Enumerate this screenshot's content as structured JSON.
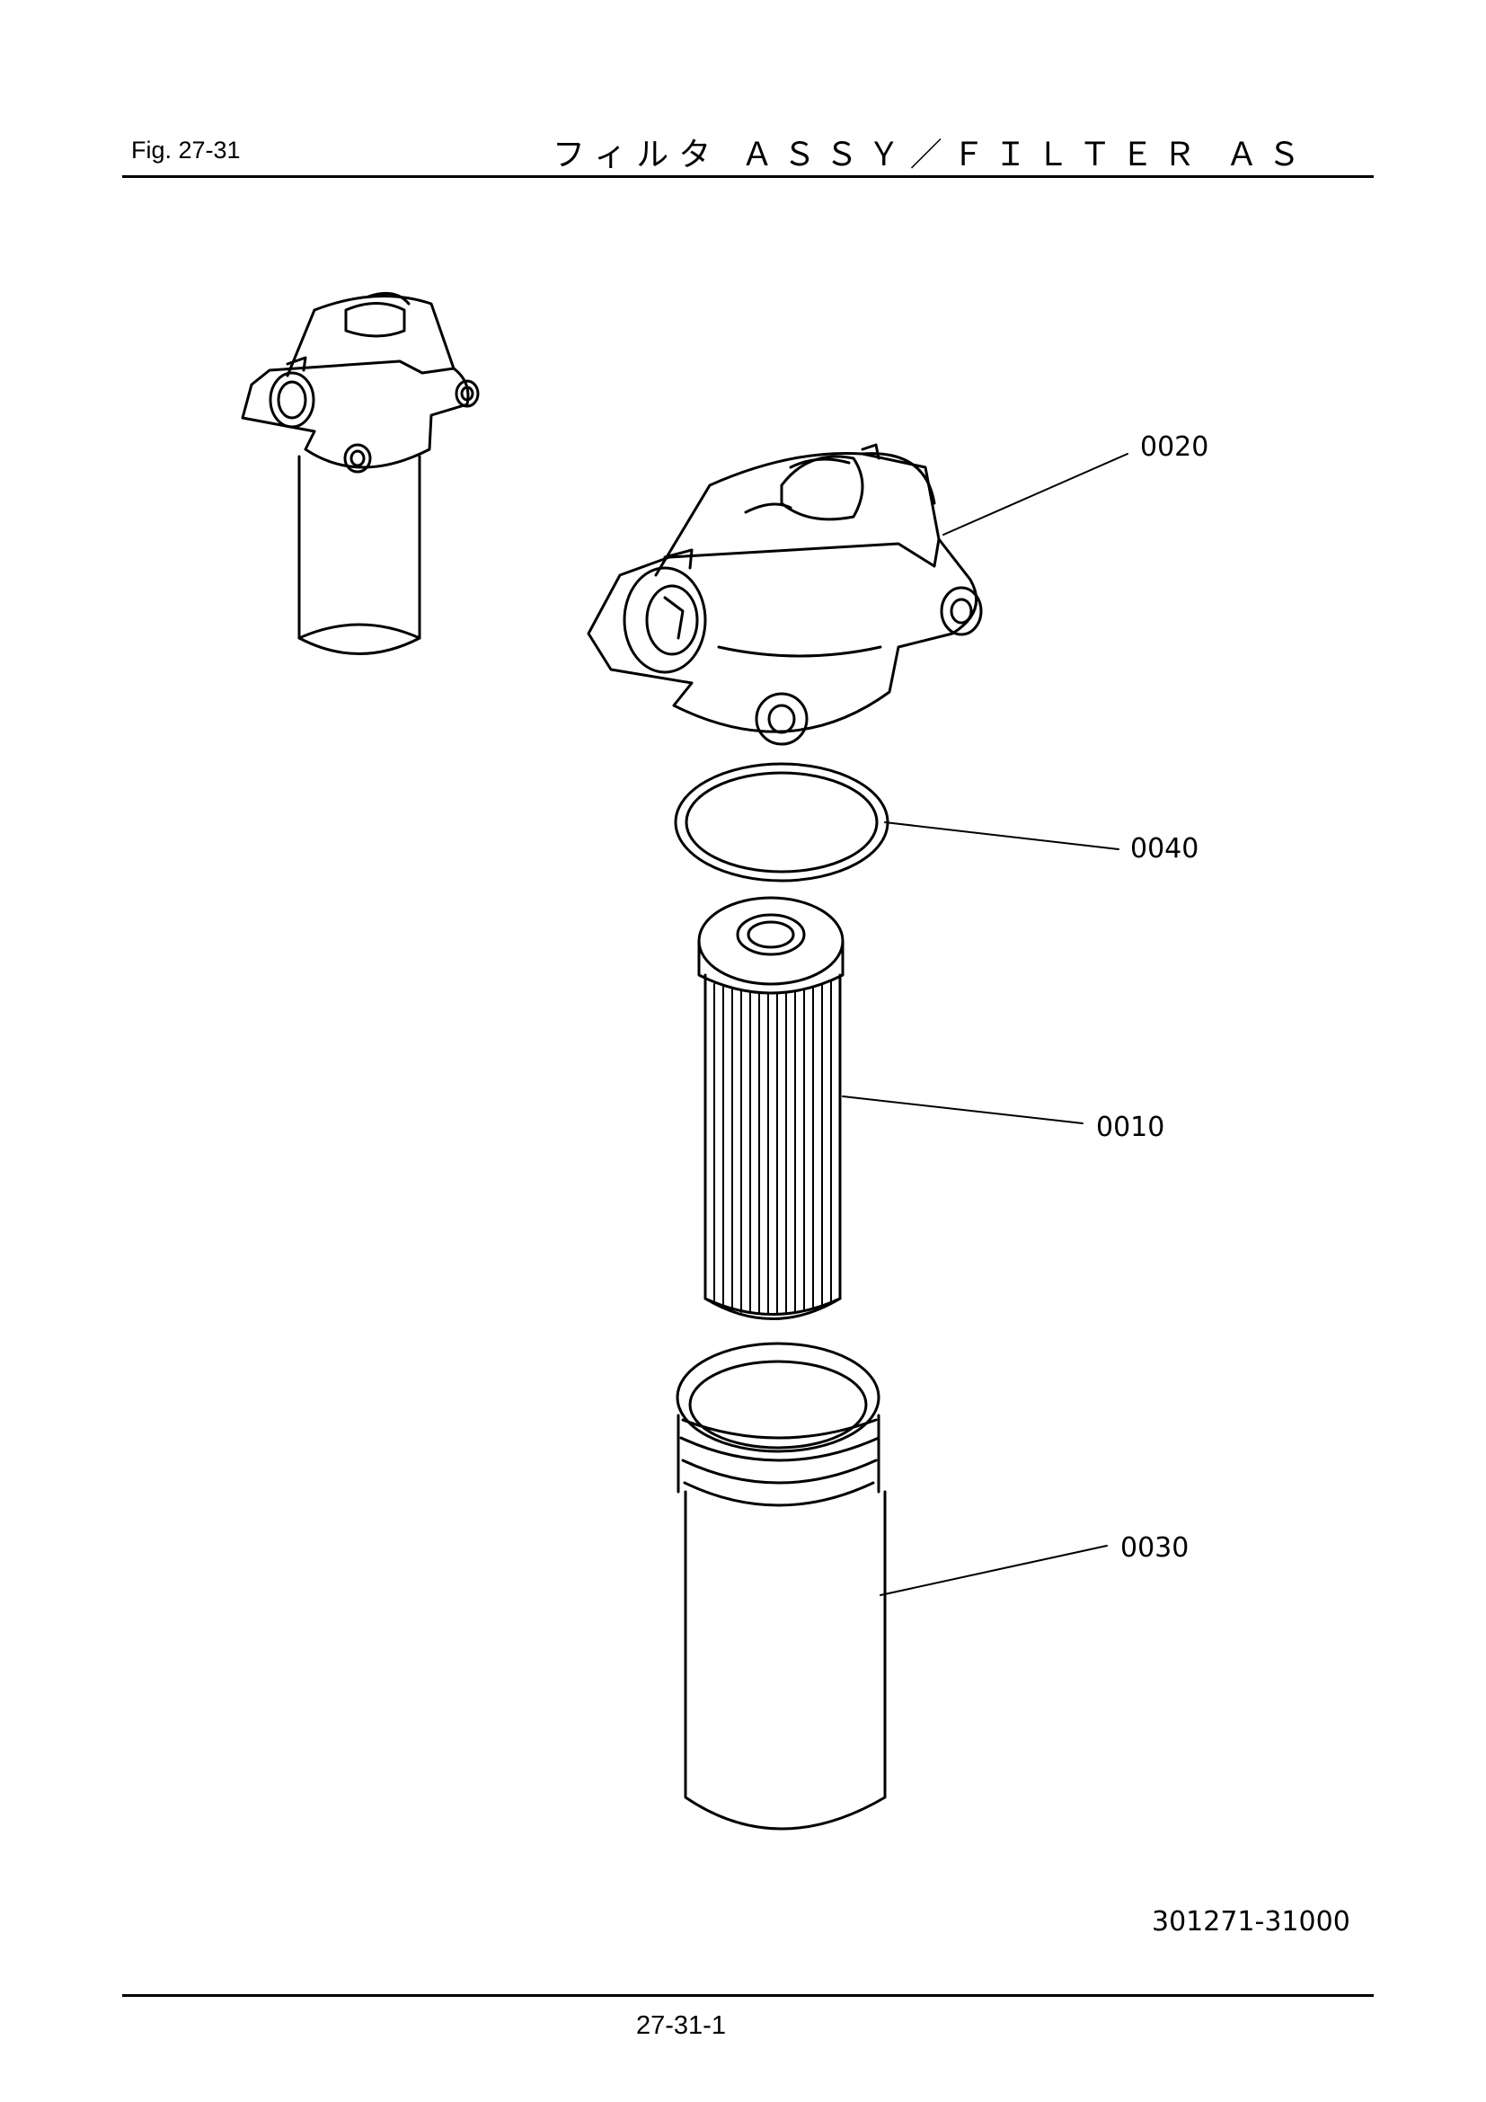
{
  "header": {
    "fig_label": "Fig.  27-31",
    "title": "フィルタ ＡＳＳＹ／ＦＩＬＴＥＲ ＡＳ"
  },
  "callouts": [
    {
      "part": "0020"
    },
    {
      "part": "0040"
    },
    {
      "part": "0010"
    },
    {
      "part": "0030"
    }
  ],
  "footer": {
    "drawing_number": "301271-31000",
    "page_number": "27-31-1"
  }
}
